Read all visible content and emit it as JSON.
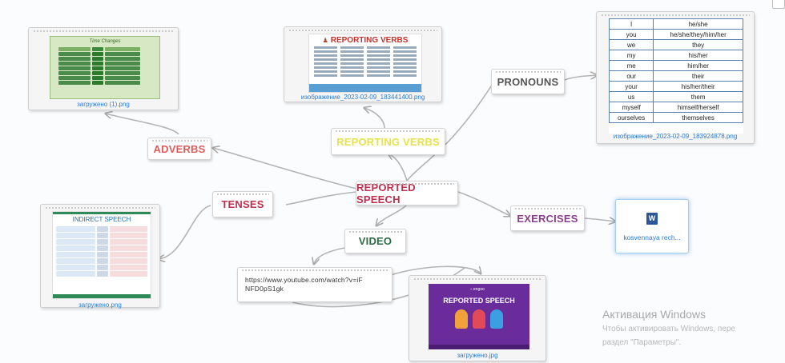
{
  "colors": {
    "adverbs": "#e05a5a",
    "tenses": "#c0304f",
    "reported_speech": "#c0304f",
    "reporting_verbs": "#e6e24a",
    "pronouns": "#555555",
    "exercises": "#8a3f8a",
    "video": "#2f6a44",
    "link": "#2b7bd6"
  },
  "nodes": {
    "central": "REPORTED SPEECH",
    "adverbs": "ADVERBS",
    "tenses": "TENSES",
    "reporting_verbs": "REPORTING VERBS",
    "pronouns": "PRONOUNS",
    "exercises": "EXERCISES",
    "video": "VIDEO"
  },
  "images": {
    "adverbs_img": {
      "caption": "загружено (1).png",
      "title": "Time Changes"
    },
    "verbs_img": {
      "caption": "изображение_2023-02-09_183441400.png",
      "title": "REPORTING VERBS"
    },
    "pronouns_img": {
      "caption": "изображение_2023-02-09_183924878.png"
    },
    "tenses_img": {
      "caption": "загружено.png",
      "title": "INDIRECT SPEECH"
    },
    "video_img": {
      "caption": "загружено.jpg",
      "title": "REPORTED SPEECH"
    }
  },
  "pronoun_table": [
    [
      "I",
      "he/she"
    ],
    [
      "you",
      "he/she/they/him/her"
    ],
    [
      "we",
      "they"
    ],
    [
      "my",
      "his/her"
    ],
    [
      "me",
      "him/her"
    ],
    [
      "our",
      "their"
    ],
    [
      "your",
      "his/her/their"
    ],
    [
      "us",
      "them"
    ],
    [
      "myself",
      "himself/herself"
    ],
    [
      "ourselves",
      "themselves"
    ]
  ],
  "file_attachment": {
    "name": "kosvennaya rech...",
    "icon": "word-document-icon"
  },
  "video_link": {
    "url": "https://www.youtube.com/watch?v=iFNFD0pS1gk"
  },
  "watermark": {
    "title": "Активация Windows",
    "line1": "Чтобы активировать Windows, пере",
    "line2": "раздел \"Параметры\"."
  }
}
